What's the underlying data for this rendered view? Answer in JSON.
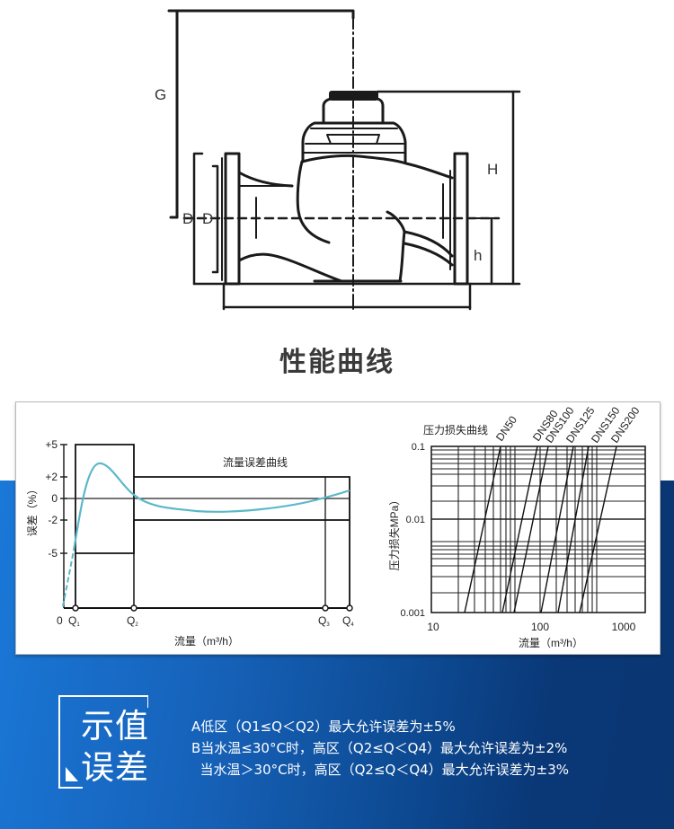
{
  "drawing": {
    "dimension_labels": {
      "g": "G",
      "h_upper": "H",
      "h_lower": "h",
      "d1": "D",
      "d2": "D"
    }
  },
  "section_title": "性能曲线",
  "chart_data": [
    {
      "type": "line",
      "title": "流量误差曲线",
      "xlabel": "流量（m³/h）",
      "ylabel": "误差（%）",
      "y_ticks": [
        "+5",
        "+2",
        "0",
        "-2",
        "-5"
      ],
      "x_ticks": [
        "0",
        "Q1",
        "Q2",
        "Q3",
        "Q4"
      ],
      "ylim": [
        -10,
        5
      ],
      "envelope": {
        "low_zone": {
          "from": "Q1",
          "to": "Q2",
          "max_error_pct": 5
        },
        "high_zone": {
          "from": "Q2",
          "to": "Q4",
          "max_error_pct": 2
        }
      },
      "series": [
        {
          "name": "error curve",
          "color": "#5bb8c8",
          "points": [
            {
              "x": "0",
              "y": -10
            },
            {
              "x": "Q1",
              "y": -4.5
            },
            {
              "x": "peak",
              "y": 3.5
            },
            {
              "x": "Q2",
              "y": 1.2
            },
            {
              "x": "mid",
              "y": -0.4
            },
            {
              "x": "Q3",
              "y": 0.1
            },
            {
              "x": "Q4",
              "y": 0.6
            }
          ]
        }
      ],
      "grid": false
    },
    {
      "type": "line",
      "title": "压力损失曲线",
      "xlabel": "流量（m³/h）",
      "ylabel": "压力损失MPa）",
      "x_scale": "log",
      "y_scale": "log",
      "x_ticks": [
        "10",
        "100",
        "1000"
      ],
      "y_ticks": [
        "0.1",
        "0.01",
        "0.001"
      ],
      "xlim": [
        10,
        1500
      ],
      "ylim": [
        0.001,
        0.1
      ],
      "grid": true,
      "series": [
        {
          "name": "DN50",
          "x_at_0001": 15,
          "x_at_01": 62
        },
        {
          "name": "DNS80",
          "x_at_0001": 42,
          "x_at_01": 165
        },
        {
          "name": "DNS100",
          "x_at_0001": 58,
          "x_at_01": 210
        },
        {
          "name": "DNS125",
          "x_at_0001": 110,
          "x_at_01": 410
        },
        {
          "name": "DNS150",
          "x_at_0001": 175,
          "x_at_01": 600
        },
        {
          "name": "DNS200",
          "x_at_0001": 270,
          "x_at_01": 960
        }
      ]
    }
  ],
  "error_chart": {
    "title": "流量误差曲线",
    "y_axis_label": "误差（%）",
    "x_axis_label": "流量（m³/h）",
    "y_ticks": [
      "+5",
      "+2",
      "0",
      "-2",
      "-5"
    ],
    "x_origin": "0",
    "q_labels": [
      "Q",
      "Q",
      "Q",
      "Q"
    ],
    "q_subs": [
      "1",
      "2",
      "3",
      "4"
    ]
  },
  "pressure_chart": {
    "title": "压力损失曲线",
    "y_axis_label": "压力损失MPa）",
    "x_axis_label": "流量（m³/h）",
    "y_ticks": [
      "0.1",
      "0.01",
      "0.001"
    ],
    "x_ticks": [
      "10",
      "100",
      "1000"
    ],
    "series_labels": [
      "DN50",
      "DNS80",
      "DNS100",
      "DNS125",
      "DNS150",
      "DNS200"
    ]
  },
  "info": {
    "title_line1": "示值",
    "title_line2": "误差",
    "lines": [
      "A低区（Q1≤Q＜Q2）最大允许误差为±5%",
      "B当水温≤30°C时，高区（Q2≤Q＜Q4）最大允许误差为±2%",
      "  当水温＞30°C时，高区（Q2≤Q＜Q4）最大允许误差为±3%"
    ]
  },
  "colors": {
    "band_start": "#1a78d8",
    "band_end": "#0a3672",
    "curve": "#5bb8c8",
    "title_text": "#3a3a3a"
  }
}
